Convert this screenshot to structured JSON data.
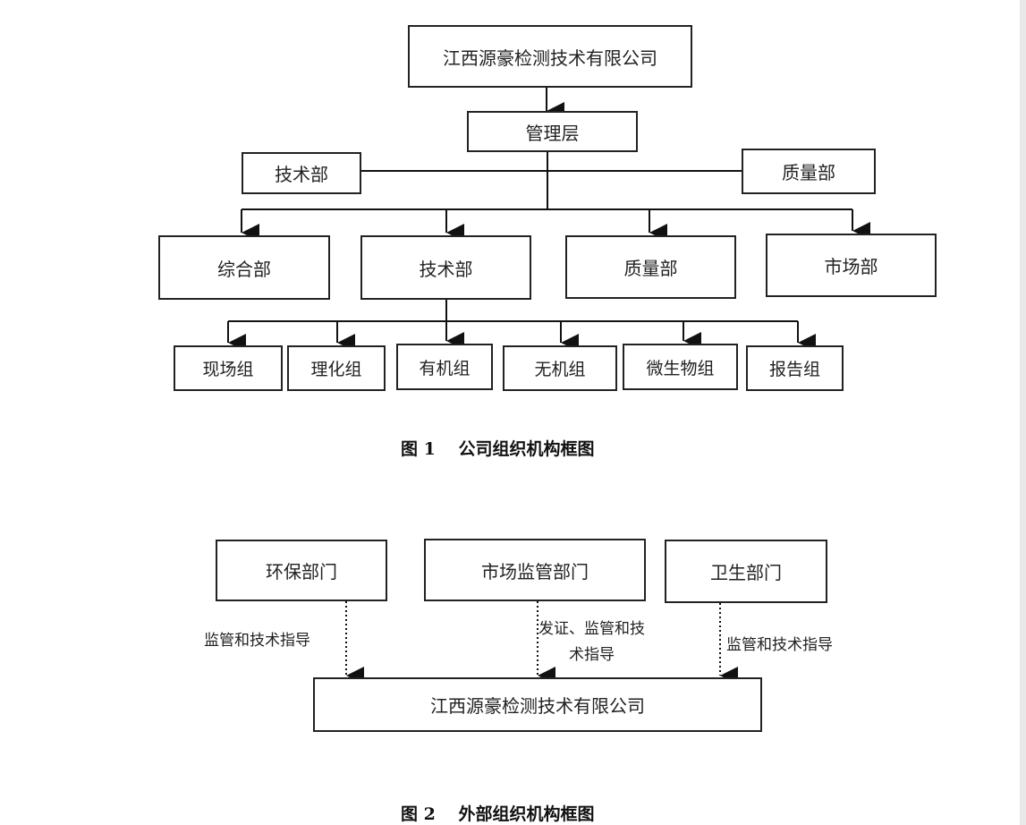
{
  "figure1": {
    "company": "江西源豪检测技术有限公司",
    "management": "管理层",
    "staff_left": "技术部",
    "staff_right": "质量部",
    "departments": [
      "综合部",
      "技术部",
      "质量部",
      "市场部"
    ],
    "groups": [
      "现场组",
      "理化组",
      "有机组",
      "无机组",
      "微生物组",
      "报告组"
    ],
    "caption": "图 1　 公司组织机构框图"
  },
  "figure2": {
    "regulators": [
      "环保部门",
      "市场监管部门",
      "卫生部门"
    ],
    "links": [
      "监管和技术指导",
      "发证、监管和技",
      "术指导",
      "监管和技术指导"
    ],
    "company": "江西源豪检测技术有限公司",
    "caption": "图 2　 外部组织机构框图"
  }
}
